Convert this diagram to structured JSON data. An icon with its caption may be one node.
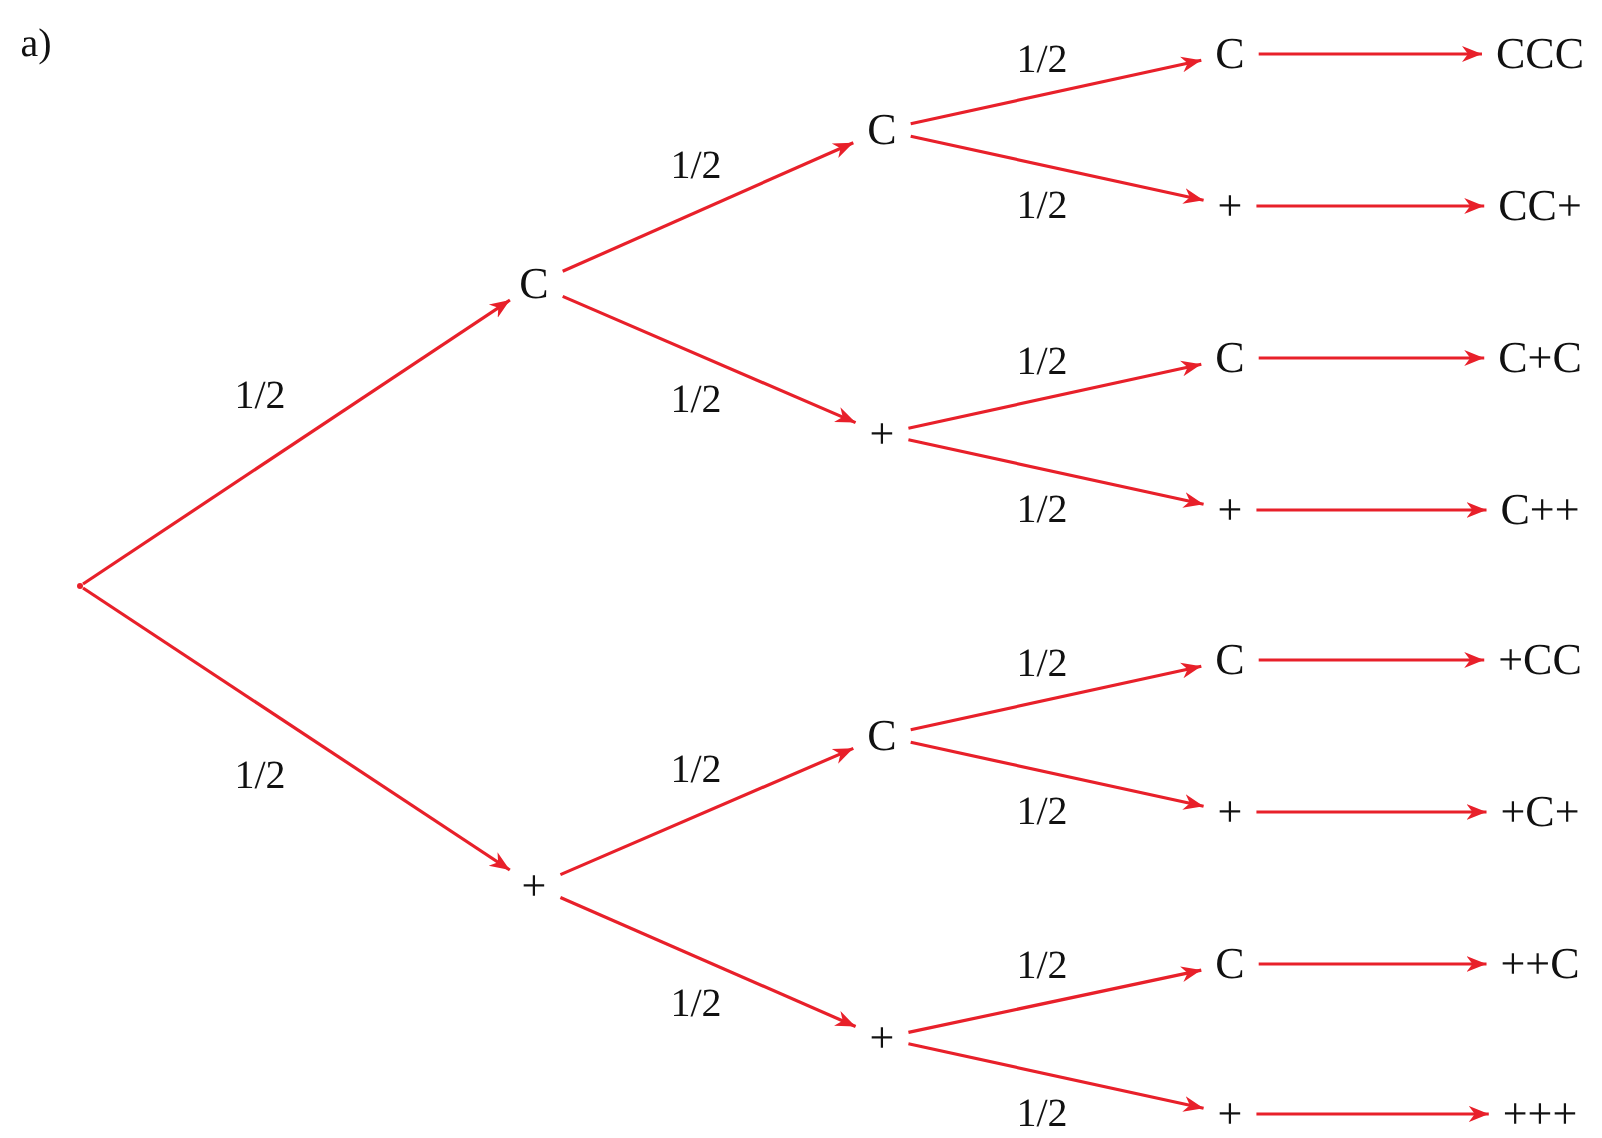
{
  "diagram": {
    "nodes": [
      {
        "text": [],
        "shape": "point"
      },
      {
        "text": [
          "C"
        ]
      },
      {
        "text": [
          "+"
        ]
      },
      {
        "text": [
          "C"
        ]
      },
      {
        "text": [
          "+"
        ]
      },
      {
        "text": [
          "C"
        ]
      },
      {
        "text": [
          "+"
        ]
      },
      {
        "text": [
          "C"
        ]
      },
      {
        "text": [
          "+"
        ]
      },
      {
        "text": [
          "C"
        ]
      },
      {
        "text": [
          "+"
        ]
      },
      {
        "text": [
          "C"
        ]
      },
      {
        "text": [
          "+"
        ]
      },
      {
        "text": [
          "C"
        ]
      },
      {
        "text": [
          "+"
        ]
      },
      {
        "text": [
          "CCC"
        ]
      },
      {
        "text": [
          "CC+"
        ]
      },
      {
        "text": [
          "C+C"
        ]
      },
      {
        "text": [
          "C++"
        ]
      },
      {
        "text": [
          "+CC"
        ]
      },
      {
        "text": [
          "+C+"
        ]
      },
      {
        "text": [
          "++C"
        ]
      },
      {
        "text": [
          "+++"
        ]
      }
    ],
    "edges": [
      {
        "from": 0,
        "to": 1,
        "arrow": "to",
        "label": "1/2"
      },
      {
        "from": 0,
        "to": 2,
        "arrow": "to",
        "label": "1/2"
      },
      {
        "from": 1,
        "to": 3,
        "arrow": "to",
        "label": "1/2"
      },
      {
        "from": 1,
        "to": 4,
        "arrow": "to",
        "label": "1/2"
      },
      {
        "from": 2,
        "to": 5,
        "arrow": "to",
        "label": "1/2"
      },
      {
        "from": 2,
        "to": 6,
        "arrow": "to",
        "label": "1/2"
      },
      {
        "from": 3,
        "to": 7,
        "arrow": "to",
        "label": "1/2"
      },
      {
        "from": 3,
        "to": 8,
        "arrow": "to",
        "label": "1/2"
      },
      {
        "from": 4,
        "to": 9,
        "arrow": "to",
        "label": "1/2"
      },
      {
        "from": 4,
        "to": 10,
        "arrow": "to",
        "label": "1/2"
      },
      {
        "from": 5,
        "to": 11,
        "arrow": "to",
        "label": "1/2"
      },
      {
        "from": 5,
        "to": 12,
        "arrow": "to",
        "label": "1/2"
      },
      {
        "from": 6,
        "to": 13,
        "arrow": "to",
        "label": "1/2"
      },
      {
        "from": 6,
        "to": 14,
        "arrow": "to",
        "label": "1/2"
      },
      {
        "from": 7,
        "to": 15,
        "arrow": "to"
      },
      {
        "from": 8,
        "to": 16,
        "arrow": "to"
      },
      {
        "from": 9,
        "to": 17,
        "arrow": "to"
      },
      {
        "from": 10,
        "to": 18,
        "arrow": "to"
      },
      {
        "from": 11,
        "to": 19,
        "arrow": "to"
      },
      {
        "from": 12,
        "to": 20,
        "arrow": "to"
      },
      {
        "from": 13,
        "to": 21,
        "arrow": "to"
      },
      {
        "from": 14,
        "to": 22,
        "arrow": "to"
      }
    ],
    "labels": [
      "a)"
    ]
  }
}
